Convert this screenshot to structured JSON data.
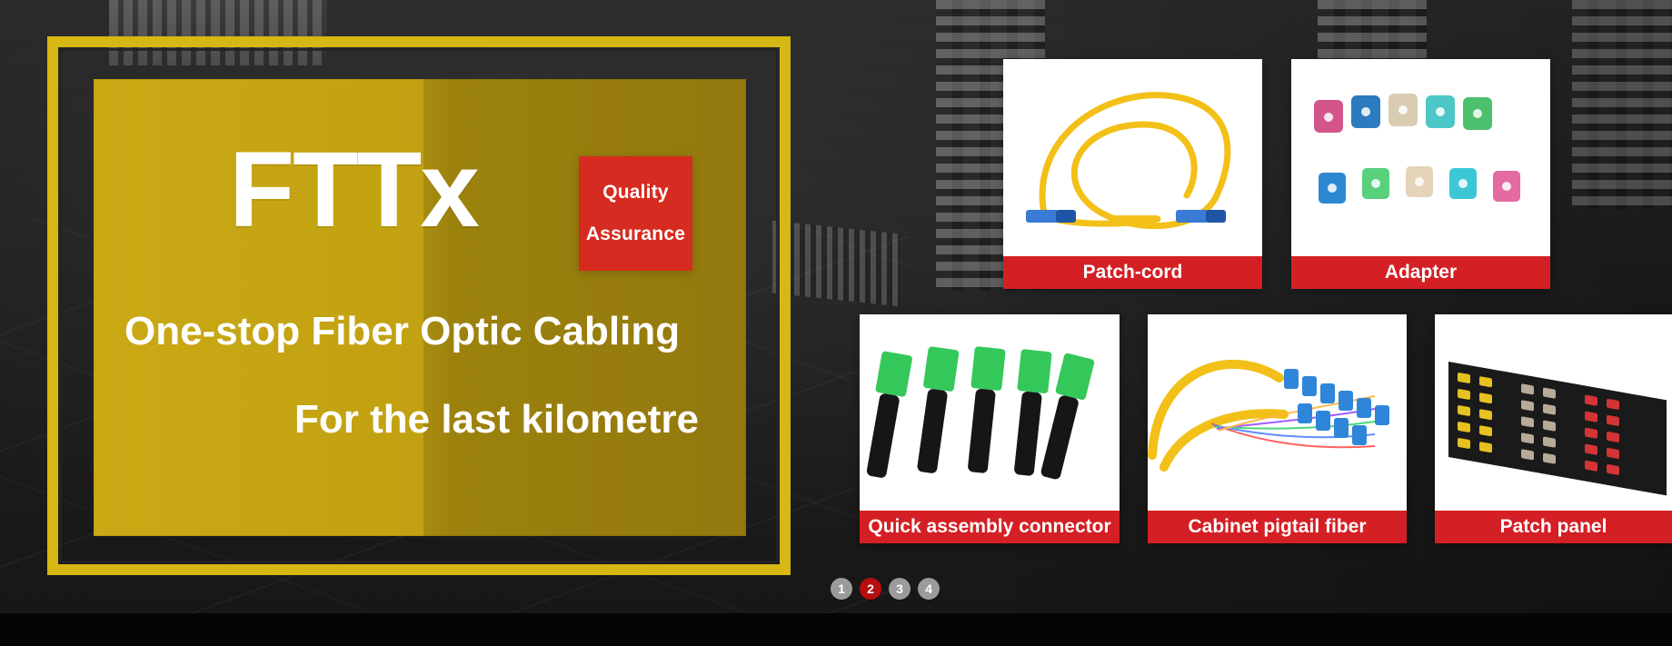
{
  "banner": {
    "title": "FTTx",
    "badge": {
      "line1": "Quality",
      "line2": "Assurance"
    },
    "headline": "One-stop Fiber Optic Cabling",
    "subheadline": "For the last kilometre",
    "colors": {
      "accent_yellow": "#d6b713",
      "accent_red": "#d41f24",
      "text_white": "#ffffff"
    }
  },
  "products": [
    {
      "label": "Patch-cord",
      "icon": "fiber-patch-cord-image"
    },
    {
      "label": "Adapter",
      "icon": "fiber-adapter-image"
    },
    {
      "label": "Quick assembly connector",
      "icon": "quick-assembly-connector-image"
    },
    {
      "label": "Cabinet pigtail fiber",
      "icon": "cabinet-pigtail-fiber-image"
    },
    {
      "label": "Patch panel",
      "icon": "patch-panel-image"
    }
  ],
  "carousel": {
    "pages": [
      "1",
      "2",
      "3",
      "4"
    ],
    "active": "2"
  }
}
